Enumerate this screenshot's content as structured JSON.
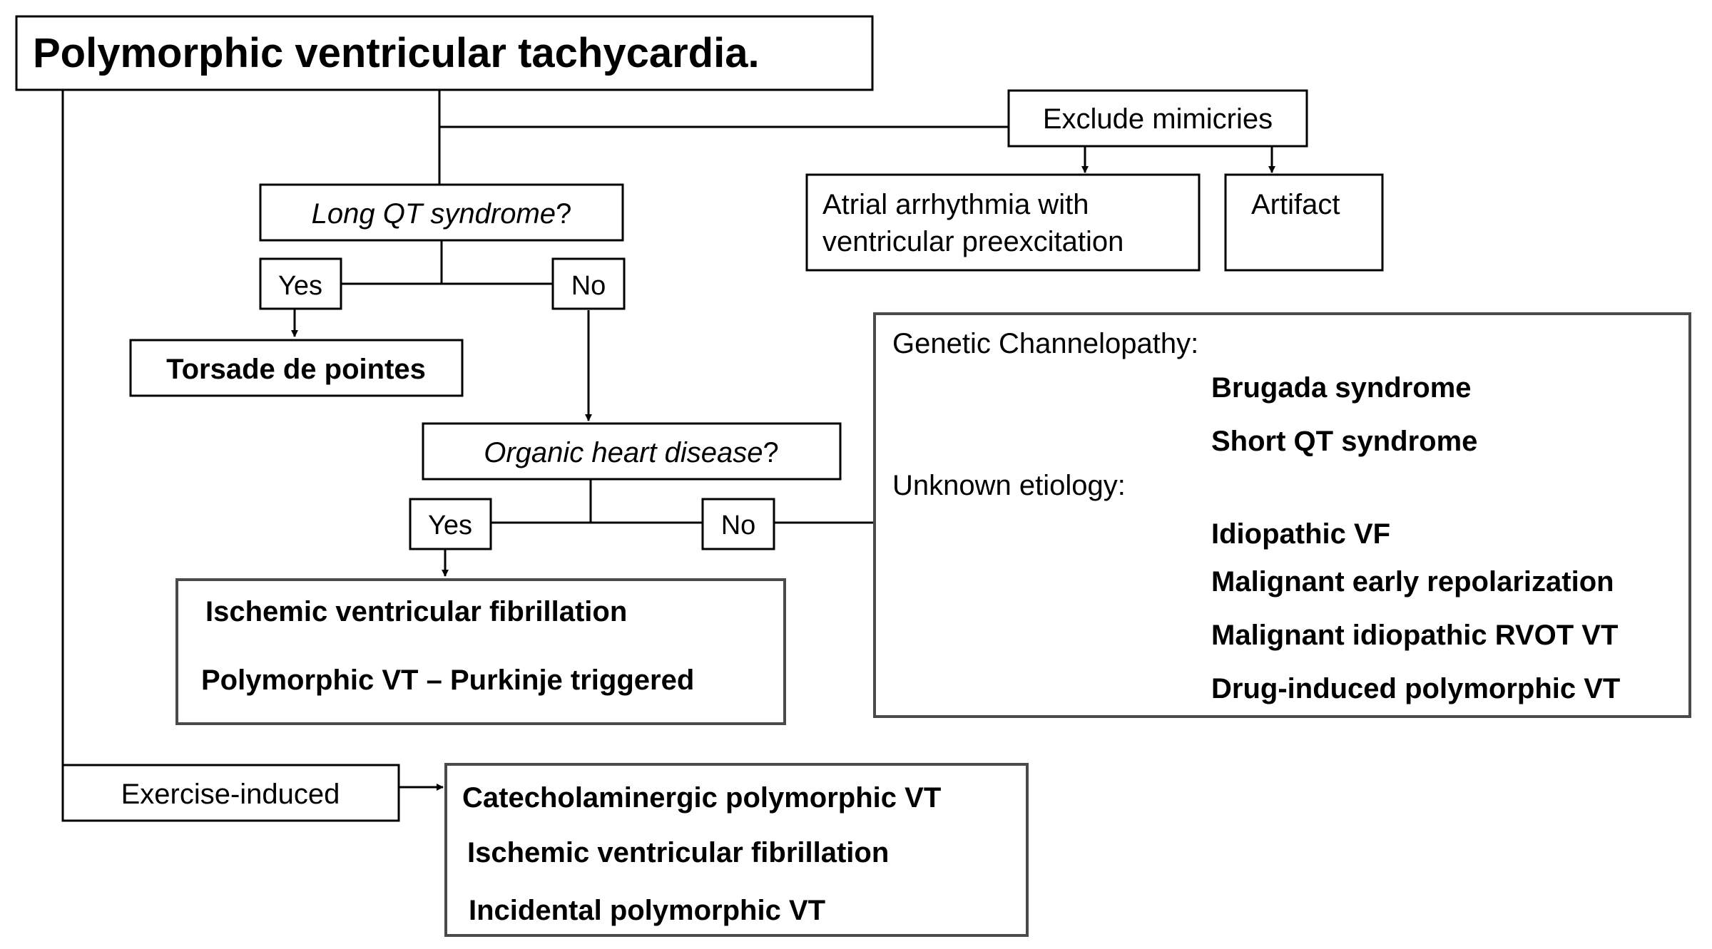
{
  "title": "Polymorphic ventricular tachycardia.",
  "exclude": {
    "label": "Exclude mimicries",
    "atrial_lines": [
      "Atrial arrhythmia with",
      "ventricular preexcitation"
    ],
    "artifact": "Artifact"
  },
  "long_qt": {
    "q_pre": "Long QT syndrome",
    "q_mark": "?",
    "yes": "Yes",
    "no": "No",
    "yes_result": "Torsade de pointes"
  },
  "organic": {
    "q_pre": "Organic heart disease",
    "q_mark": "?",
    "yes": "Yes",
    "no": "No",
    "yes_results": [
      "Ischemic ventricular fibrillation",
      "Polymorphic VT – Purkinje triggered"
    ]
  },
  "genetic": {
    "heading1": "Genetic Channelopathy:",
    "items1": [
      "Brugada syndrome",
      "Short QT syndrome"
    ],
    "heading2": "Unknown etiology:",
    "items2": [
      "Idiopathic VF",
      "Malignant early repolarization",
      "Malignant idiopathic RVOT VT",
      "Drug-induced polymorphic VT"
    ]
  },
  "exercise": {
    "label": "Exercise-induced",
    "results": [
      "Catecholaminergic polymorphic VT",
      "Ischemic ventricular fibrillation",
      "Incidental polymorphic VT"
    ]
  }
}
